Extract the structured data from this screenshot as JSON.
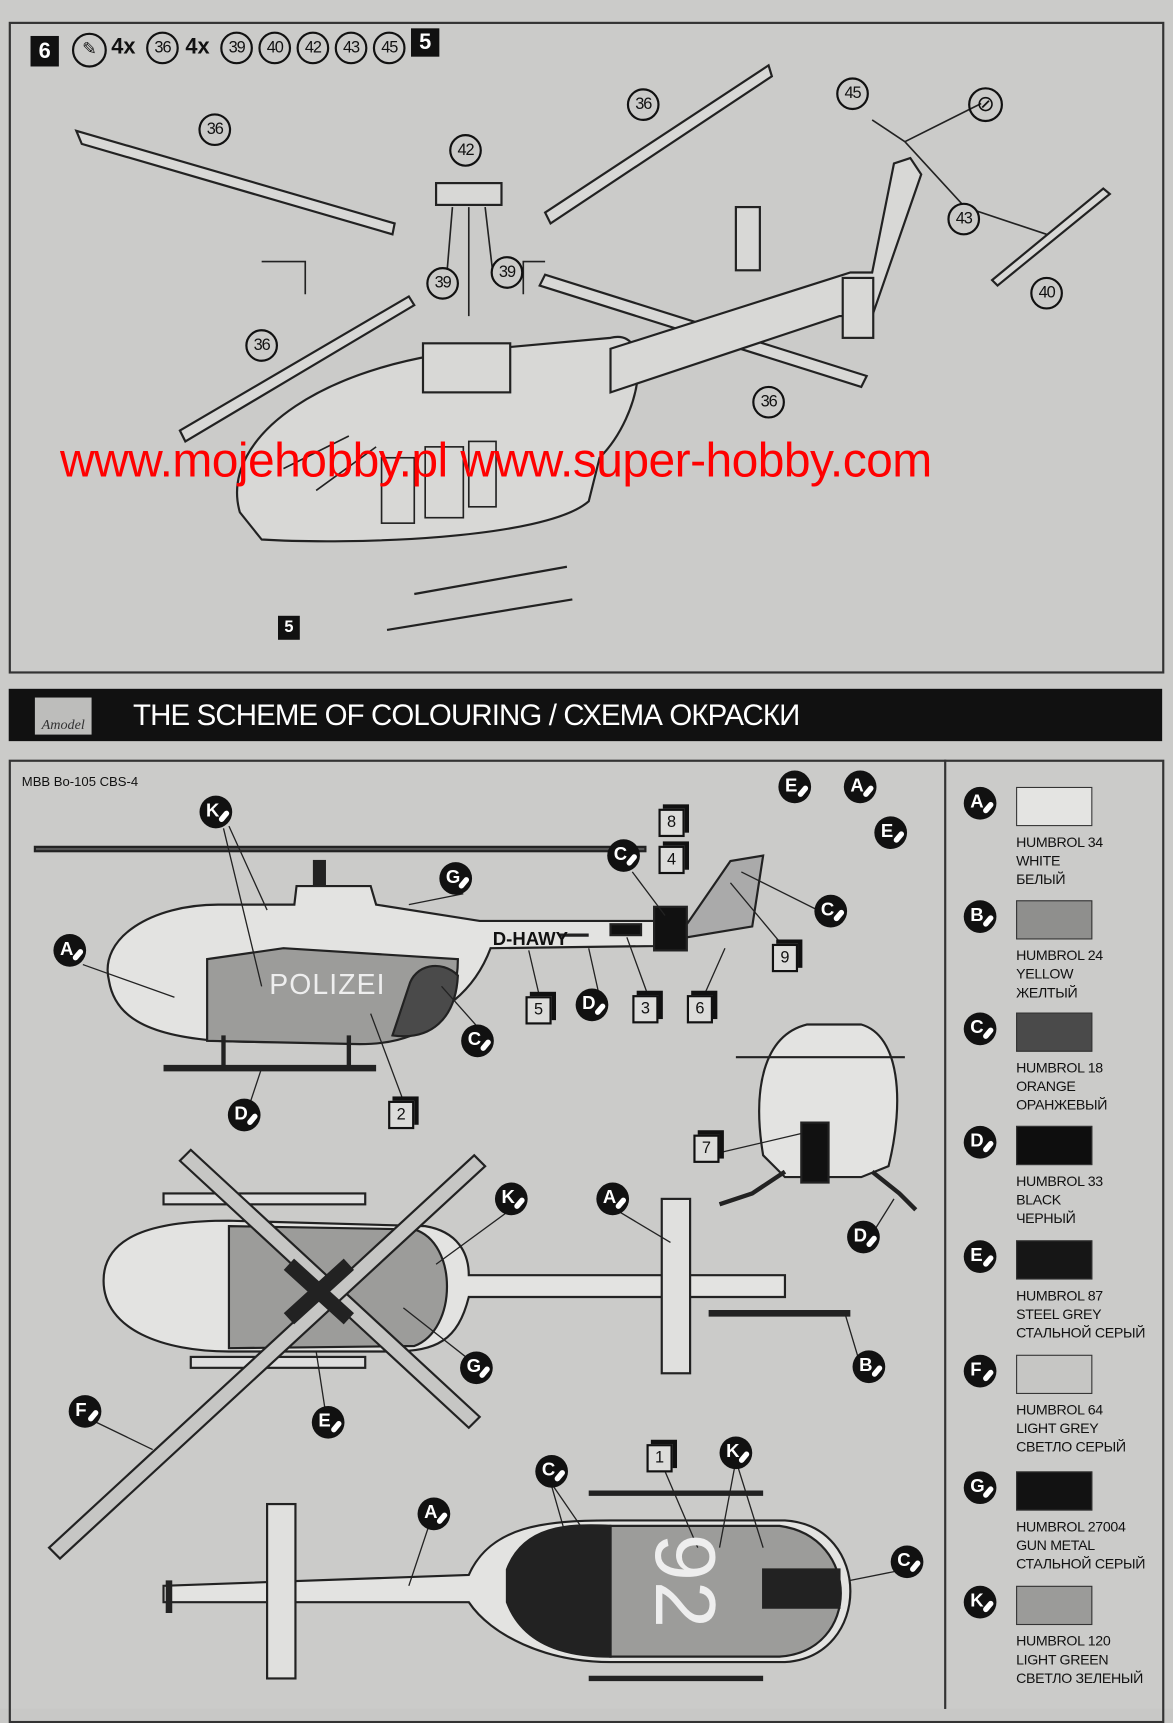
{
  "step": {
    "number": "6",
    "glue_icon": "glue-tube-icon",
    "parts_line": [
      {
        "qty": "4x",
        "parts": [
          "36"
        ]
      },
      {
        "qty": "4x",
        "parts": [
          "39",
          "40",
          "42",
          "43",
          "45"
        ]
      }
    ],
    "ref_step": "5",
    "diagram_labels": [
      "36",
      "36",
      "36",
      "36",
      "42",
      "39",
      "39",
      "45",
      "43",
      "40"
    ],
    "ref_box": "5"
  },
  "header": {
    "logo_text": "Amodel",
    "title": "THE SCHEME OF COLOURING / СХЕМА ОКРАСКИ"
  },
  "scheme": {
    "model_name": "MBB Bo-105 CBS-4",
    "side_markings": {
      "polizei": "POLIZEI",
      "registration": "D-HAWY"
    },
    "bottom_number": "92",
    "decals": [
      "8",
      "4",
      "9",
      "5",
      "3",
      "6",
      "2",
      "7",
      "1"
    ],
    "callouts": [
      "K",
      "G",
      "A",
      "E",
      "A",
      "E",
      "C",
      "C",
      "D",
      "C",
      "D",
      "K",
      "A",
      "D",
      "G",
      "B",
      "F",
      "E",
      "C",
      "K",
      "A",
      "C"
    ]
  },
  "watermark": "www.mojehobby.pl www.super-hobby.com",
  "legend": [
    {
      "letter": "A",
      "code": "HUMBROL 34",
      "name_en": "WHITE",
      "name_ru": "БЕЛЫЙ",
      "color": "#e4e4e2"
    },
    {
      "letter": "B",
      "code": "HUMBROL 24",
      "name_en": "YELLOW",
      "name_ru": "ЖЕЛТЫЙ",
      "color": "#8f8f8d"
    },
    {
      "letter": "C",
      "code": "HUMBROL 18",
      "name_en": "ORANGE",
      "name_ru": "ОРАНЖЕВЫЙ",
      "color": "#4a4a4a"
    },
    {
      "letter": "D",
      "code": "HUMBROL 33",
      "name_en": "BLACK",
      "name_ru": "ЧЕРНЫЙ",
      "color": "#0e0e0e"
    },
    {
      "letter": "E",
      "code": "HUMBROL 87",
      "name_en": "STEEL GREY",
      "name_ru": "СТАЛЬНОЙ СЕРЫЙ",
      "color": "#161616"
    },
    {
      "letter": "F",
      "code": "HUMBROL 64",
      "name_en": "LIGHT GREY",
      "name_ru": "СВЕТЛО СЕРЫЙ",
      "color": "#c6c6c4"
    },
    {
      "letter": "G",
      "code": "HUMBROL 27004",
      "name_en": "GUN METAL",
      "name_ru": "СТАЛЬНОЙ СЕРЫЙ",
      "color": "#121212"
    },
    {
      "letter": "K",
      "code": "HUMBROL 120",
      "name_en": "LIGHT GREEN",
      "name_ru": "СВЕТЛО ЗЕЛЕНЫЙ",
      "color": "#9b9b99"
    }
  ]
}
